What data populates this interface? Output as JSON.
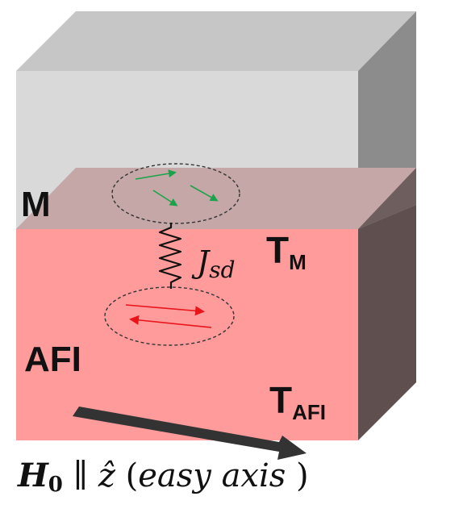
{
  "layers": {
    "top_label": "M",
    "bottom_label": "AFI",
    "top_temp_main": "T",
    "top_temp_sub": "M",
    "bottom_temp_main": "T",
    "bottom_temp_sub": "AFI"
  },
  "coupling": {
    "symbol_main": "J",
    "symbol_sub": "sd"
  },
  "field_caption": {
    "field_symbol": "H",
    "field_sub": "0",
    "parallel_symbol": "∥",
    "axis_symbol": "ẑ",
    "open_paren": "(",
    "axis_text": "easy axis",
    "close_paren": ")"
  },
  "colors": {
    "metal_front": "#d9d9d9",
    "metal_top": "#c6c6c6",
    "metal_side": "#8c8c8c",
    "afi_front": "#ff9b9b",
    "afi_side": "#5f4f4f",
    "spin_green": "#1aa34a",
    "spin_red": "#e8141a",
    "field_arrow": "#333333"
  }
}
